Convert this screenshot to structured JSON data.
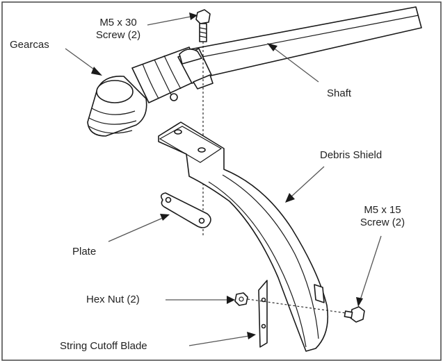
{
  "labels": {
    "m5x30_line1": "M5 x 30",
    "m5x30_line2": "Screw (2)",
    "gearcase": "Gearcas",
    "shaft": "Shaft",
    "debris_shield": "Debris Shield",
    "m5x15_line1": "M5 x 15",
    "m5x15_line2": "Screw (2)",
    "plate": "Plate",
    "hex_nut": "Hex Nut (2)",
    "cutoff_blade": "String Cutoff Blade"
  },
  "colors": {
    "line": "#1a1a1a",
    "text": "#222222",
    "background": "#ffffff"
  }
}
